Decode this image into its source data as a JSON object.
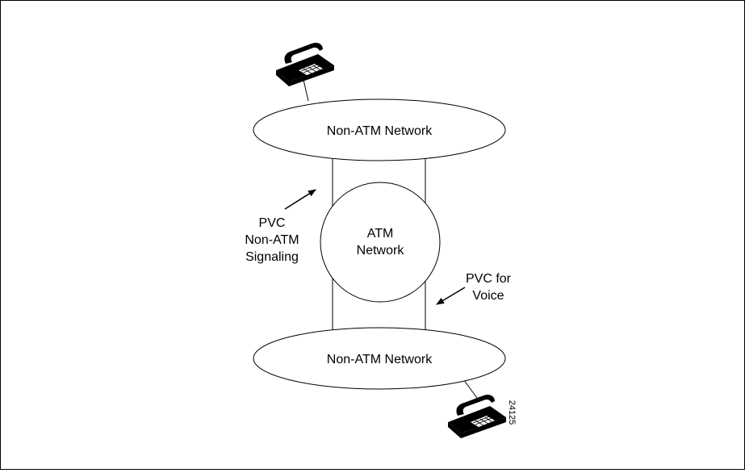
{
  "diagram": {
    "top_network_label": "Non-ATM Network",
    "bottom_network_label": "Non-ATM Network",
    "center_network_line1": "ATM",
    "center_network_line2": "Network",
    "left_annotation": [
      "PVC",
      "Non-ATM",
      "Signaling"
    ],
    "right_annotation": [
      "PVC for",
      "Voice"
    ],
    "figure_id": "24125",
    "icons": [
      "telephone-icon",
      "telephone-icon"
    ]
  }
}
